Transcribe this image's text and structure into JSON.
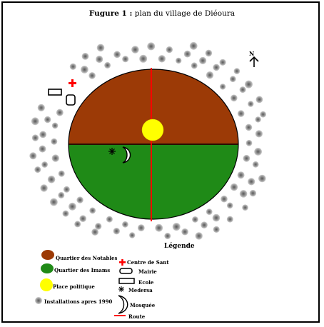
{
  "title": {
    "bold": "Fugure 1 :",
    "rest": " plan du village de Diéoura"
  },
  "north_label": "N",
  "legend": {
    "title": "Légende",
    "items": [
      {
        "key": "notables",
        "label": "Quartier des Notables",
        "color": "#9c3a06"
      },
      {
        "key": "imams",
        "label": "Quartier des Imams",
        "color": "#1f8a17"
      },
      {
        "key": "place",
        "label": "Place politique",
        "color": "#ffff00"
      },
      {
        "key": "installations",
        "label": "Installations apres 1990",
        "icon": "hut-icon"
      },
      {
        "key": "centre",
        "label": "Centre de Sant",
        "color": "#ff0000",
        "icon": "cross-icon"
      },
      {
        "key": "mairie",
        "label": "Mairie",
        "icon": "rounded-rect-icon"
      },
      {
        "key": "ecole",
        "label": "Ecole",
        "icon": "rectangle-icon"
      },
      {
        "key": "medersa",
        "label": "Medersa",
        "icon": "asterisk-icon"
      },
      {
        "key": "mosquee",
        "label": "Mosquée",
        "icon": "crescent-icon"
      },
      {
        "key": "route",
        "label": "Route",
        "color": "#ff0000",
        "icon": "line-icon"
      }
    ]
  }
}
